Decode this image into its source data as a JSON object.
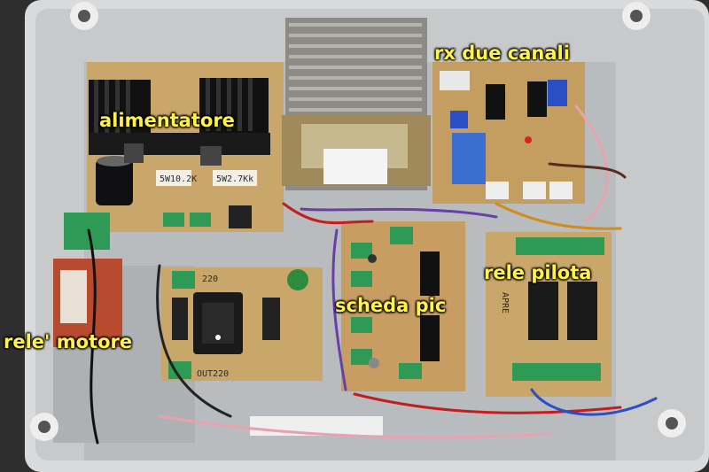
{
  "labels": {
    "power_supply": "alimentatore",
    "receiver": "rx due canali",
    "pilot_relays": "rele pilota",
    "pic_board": "scheda pic",
    "motor_relay": "rele' motore"
  },
  "pcb_markings": {
    "resistor_1": "5W10.2K",
    "resistor_2": "5W2.7Kk",
    "board_220": "220",
    "out_220": "OUT220",
    "apre": "APRE"
  },
  "colors": {
    "label": "#fff34a",
    "enclosure": "#d9dadb",
    "pcb": "#c9a76a",
    "terminal_green": "#2e9a55"
  }
}
